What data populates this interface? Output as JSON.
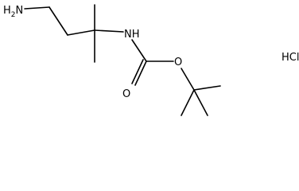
{
  "molecule": {
    "atom_labels": {
      "amine": "H2N",
      "amine_h": "H",
      "amine_sub": "2",
      "amine_n": "N",
      "carbamate_nh": "NH",
      "carbonyl_o": "O",
      "ester_o": "O"
    },
    "salt": "HCl"
  }
}
